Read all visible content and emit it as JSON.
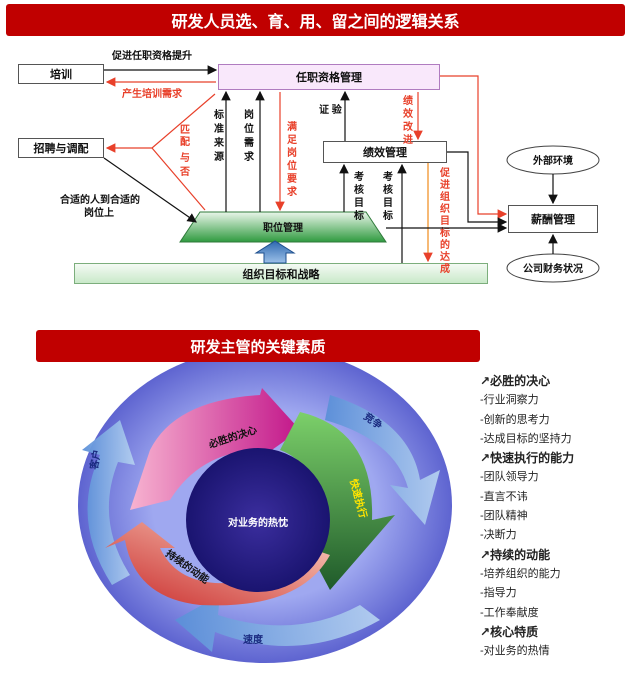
{
  "top_title": "研发人员选、育、用、留之间的逻辑关系",
  "boxes": {
    "training": "培训",
    "qualification": "任职资格管理",
    "recruit": "招聘与调配",
    "performance": "绩效管理",
    "position": "职位管理",
    "strategy": "组织目标和战略",
    "salary": "薪酬管理",
    "external": "外部环境",
    "finance": "公司财务状况"
  },
  "labels": {
    "promote_qual": "促进任职资格提升",
    "train_demand": "产生培训需求",
    "match": [
      "匹",
      "配",
      "与",
      "否"
    ],
    "right_person": [
      "合适的人到合适的",
      "岗位上"
    ],
    "std_source": [
      "标",
      "准",
      "来",
      "源"
    ],
    "post_demand": [
      "岗",
      "位",
      "需",
      "求"
    ],
    "satisfy": [
      "满",
      "足",
      "岗",
      "位",
      "要",
      "求"
    ],
    "verify": "证 验",
    "perf_improve": [
      "绩",
      "效",
      "改",
      "进"
    ],
    "assess1": [
      "考",
      "核",
      "目",
      "标"
    ],
    "assess2": [
      "考",
      "核",
      "目",
      "标"
    ],
    "promote_goal": [
      "促",
      "进",
      "组",
      "织",
      "目",
      "标",
      "的",
      "达",
      "成"
    ]
  },
  "mid_title": "研发主管的关键素质",
  "cycle": {
    "center": "对业务的热忱",
    "win": "必胜的决心",
    "fast": "快速执行",
    "sustain": "持续的动能",
    "compete": "竞争",
    "customer": "客户",
    "speed": "速度"
  },
  "traits": [
    {
      "h": "必胜的决心",
      "items": [
        "行业洞察力",
        "创新的思考力",
        "达成目标的坚持力"
      ]
    },
    {
      "h": "快速执行的能力",
      "items": [
        "团队领导力",
        "直言不讳",
        "团队精神",
        "决断力"
      ]
    },
    {
      "h": "持续的动能",
      "items": [
        "培养组织的能力",
        "指导力",
        "工作奉献度"
      ]
    },
    {
      "h": "核心特质",
      "items": [
        "对业务的热情"
      ]
    }
  ]
}
